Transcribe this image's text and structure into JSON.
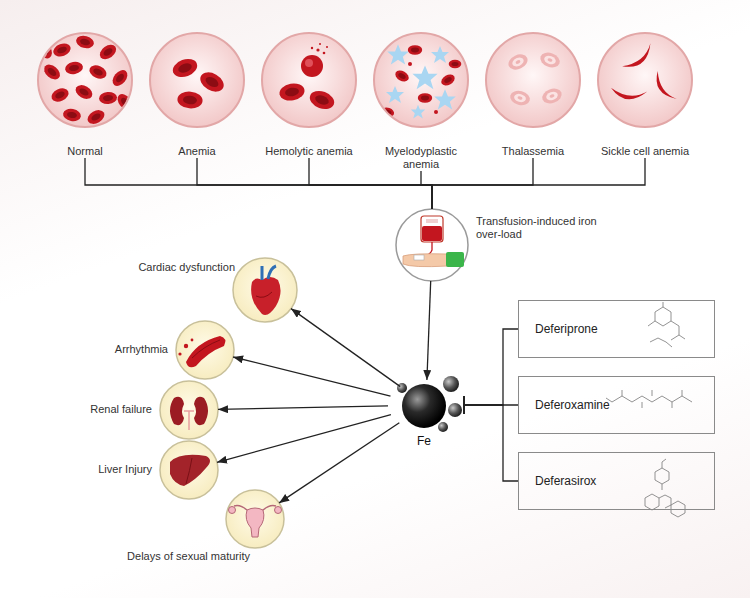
{
  "diagram": {
    "nodes": [
      {
        "text": [
          "Normal"
        ]
      },
      {
        "text": [
          "Anemia"
        ]
      },
      {
        "text": [
          "Hemolytic anemia"
        ]
      },
      {
        "text": [
          "Myelodyplastic anemia"
        ]
      },
      {
        "text": [
          "Thalassemia"
        ]
      },
      {
        "text": [
          "Sickle cell anemia"
        ]
      },
      {
        "text": [
          "Transfusion-induced iron over-load"
        ]
      },
      {
        "text": [
          "Fe"
        ]
      },
      {
        "text": [
          "Cardiac dysfunction"
        ]
      },
      {
        "text": [
          "Arrhythmia"
        ]
      },
      {
        "text": [
          "Renal failure"
        ]
      },
      {
        "text": [
          "Liver Injury"
        ]
      },
      {
        "text": [
          "Delays of sexual maturity"
        ]
      },
      {
        "text": [
          "Deferiprone"
        ]
      },
      {
        "text": [
          "Deferoxamine"
        ]
      },
      {
        "text": [
          "Deferasirox"
        ]
      }
    ],
    "edges": [
      {
        "from": 0,
        "to": 6,
        "arrow": "none"
      },
      {
        "from": 1,
        "to": 6,
        "arrow": "none"
      },
      {
        "from": 2,
        "to": 6,
        "arrow": "none"
      },
      {
        "from": 3,
        "to": 6,
        "arrow": "none"
      },
      {
        "from": 4,
        "to": 6,
        "arrow": "none"
      },
      {
        "from": 5,
        "to": 6,
        "arrow": "none"
      },
      {
        "from": 6,
        "to": 7,
        "arrow": "to"
      },
      {
        "from": 7,
        "to": 8,
        "arrow": "to"
      },
      {
        "from": 7,
        "to": 9,
        "arrow": "to"
      },
      {
        "from": 7,
        "to": 10,
        "arrow": "to"
      },
      {
        "from": 7,
        "to": 11,
        "arrow": "to"
      },
      {
        "from": 7,
        "to": 12,
        "arrow": "to"
      },
      {
        "from": 13,
        "to": 7,
        "arrow": "none"
      },
      {
        "from": 14,
        "to": 7,
        "arrow": "none"
      },
      {
        "from": 15,
        "to": 7,
        "arrow": "none"
      }
    ]
  }
}
